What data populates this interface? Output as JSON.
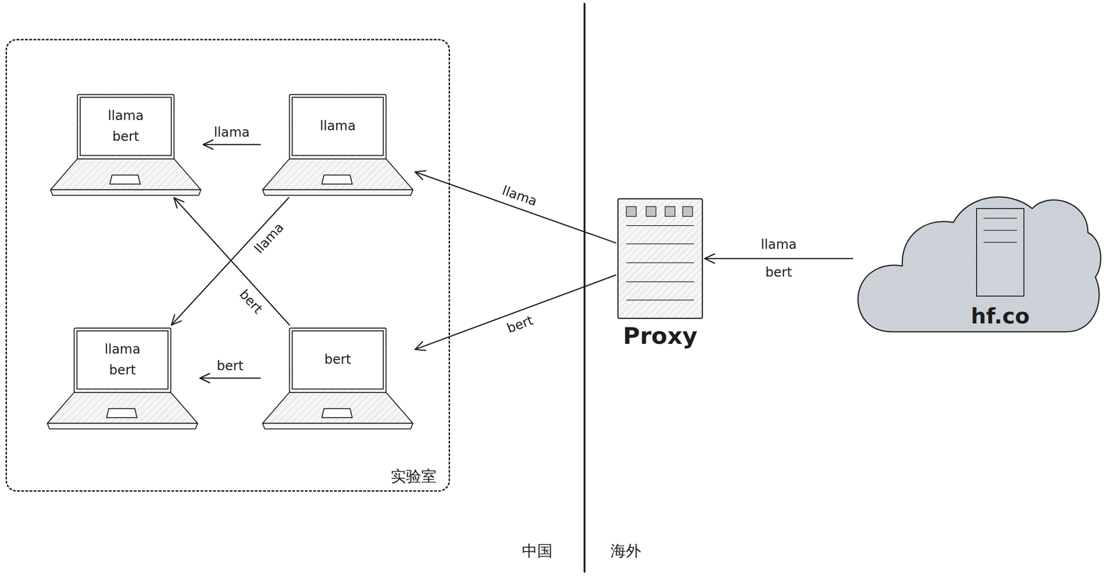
{
  "diagram": {
    "nodes": [
      {
        "text": [
          "实验室"
        ]
      },
      {
        "text": [
          "llama",
          "bert"
        ],
        "in": 0
      },
      {
        "text": [
          "llama"
        ],
        "in": 0
      },
      {
        "text": [
          "llama",
          "bert"
        ],
        "in": 0
      },
      {
        "text": [
          "bert"
        ],
        "in": 0
      },
      {
        "text": [
          "Proxy"
        ]
      },
      {
        "text": [
          "hf.co"
        ]
      }
    ],
    "edges": [
      {
        "from": 2,
        "to": 1,
        "label": "llama",
        "arrow": "to"
      },
      {
        "from": 5,
        "to": 2,
        "label": "llama",
        "arrow": "to"
      },
      {
        "from": 6,
        "to": 5,
        "label": "llama bert",
        "arrow": "to"
      },
      {
        "from": 2,
        "to": 3,
        "label": "llama",
        "arrow": "to"
      },
      {
        "from": 4,
        "to": 1,
        "label": "bert",
        "arrow": "to"
      },
      {
        "from": 4,
        "to": 3,
        "label": "bert",
        "arrow": "to"
      },
      {
        "from": 5,
        "to": 4,
        "label": "bert",
        "arrow": "to"
      }
    ],
    "labels": [
      "中国",
      "海外"
    ]
  }
}
